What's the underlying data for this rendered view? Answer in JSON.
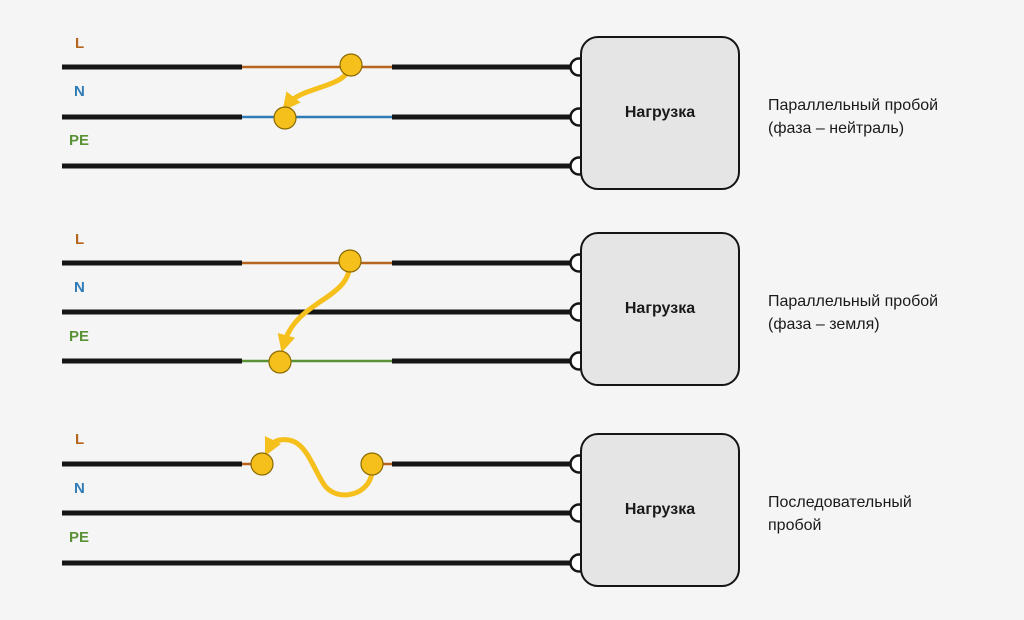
{
  "colors": {
    "background": "#f5f5f5",
    "wire": "#151515",
    "phase": "#b5651d",
    "neutral": "#2f7bb5",
    "earth": "#5b9236",
    "fault": "#f5bf1c",
    "load_fill": "#e6e5e6"
  },
  "panels": [
    {
      "labels": {
        "l": "L",
        "n": "N",
        "pe": "PE"
      },
      "load": "Нагрузка",
      "caption": {
        "line1": "Параллельный пробой",
        "line2": "(фаза – нейтраль)"
      }
    },
    {
      "labels": {
        "l": "L",
        "n": "N",
        "pe": "PE"
      },
      "load": "Нагрузка",
      "caption": {
        "line1": "Параллельный пробой",
        "line2": "(фаза – земля)"
      }
    },
    {
      "labels": {
        "l": "L",
        "n": "N",
        "pe": "PE"
      },
      "load": "Нагрузка",
      "caption": {
        "line1": "Последовательный",
        "line2": "пробой"
      }
    }
  ]
}
